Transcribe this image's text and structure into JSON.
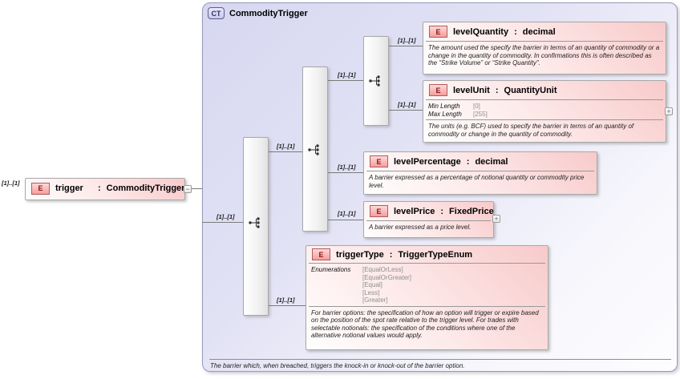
{
  "common": {
    "cardinality": "[1]..[1]",
    "colon": ":"
  },
  "toggles": {
    "expand": "+",
    "collapse": "−"
  },
  "colors": {
    "container_fill": "#d7d7f1",
    "element_fill": "#f8caca",
    "connector": "#7a7a7a"
  },
  "root_element": {
    "badge": "E",
    "name": "trigger",
    "type": "CommodityTrigger"
  },
  "container": {
    "badge": "CT",
    "title": "CommodityTrigger",
    "documentation": "The barrier which, when breached, triggers the knock-in or knock-out of the barrier option."
  },
  "elements": {
    "levelQuantity": {
      "badge": "E",
      "name": "levelQuantity",
      "type": "decimal",
      "annotation": "The amount used the specify the barrier in terms of an quantity of commodity or a change in the quantity of commodity. In confirmations this is often described as the “Strike Volume” or “Strike Quantity”."
    },
    "levelUnit": {
      "badge": "E",
      "name": "levelUnit",
      "type": "QuantityUnit",
      "facets": [
        {
          "label": "Min Length",
          "value": "[0]"
        },
        {
          "label": "Max Length",
          "value": "[255]"
        }
      ],
      "annotation": "The units (e.g. BCF) used to specify the barrier in terms of an quantity of commodity or change in the quantity of commodity."
    },
    "levelPercentage": {
      "badge": "E",
      "name": "levelPercentage",
      "type": "decimal",
      "annotation": "A barrier expressed as a percentage of notional quantity or commodity price level."
    },
    "levelPrice": {
      "badge": "E",
      "name": "levelPrice",
      "type": "FixedPrice",
      "annotation": "A barrier expressed as a price level."
    },
    "triggerType": {
      "badge": "E",
      "name": "triggerType",
      "type": "TriggerTypeEnum",
      "facet_label": "Enumerations",
      "enums": [
        "[EqualOrLess]",
        "[EqualOrGreater]",
        "[Equal]",
        "[Less]",
        "[Greater]"
      ],
      "annotation": "For barrier options: the specification of how an option will trigger or expire based on the position of the spot rate relative to the trigger level. For trades with selectable notionals: the specification of the conditions where one of the alternative notional values would apply."
    }
  }
}
